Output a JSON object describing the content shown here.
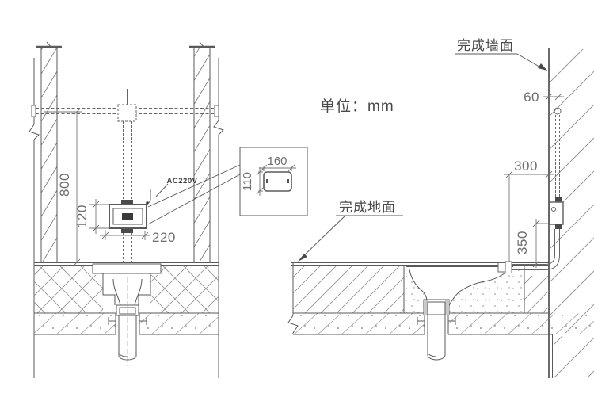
{
  "note": {
    "unit": "单位：mm"
  },
  "front_view": {
    "power_label": "AC220V",
    "dim_pipe_height": "800",
    "dim_box_height": "120",
    "dim_box_width": "220"
  },
  "detail": {
    "dim_width": "160",
    "dim_height": "110"
  },
  "side_view": {
    "label_wall": "完成墙面",
    "label_floor": "完成地面",
    "dim_pipe_depth": "60",
    "dim_wall_offset": "300",
    "dim_valve_height": "350"
  },
  "colors": {
    "line": "#5a5a5a",
    "dim_text": "#6e6e6e",
    "label_text": "#4a4a4a"
  }
}
